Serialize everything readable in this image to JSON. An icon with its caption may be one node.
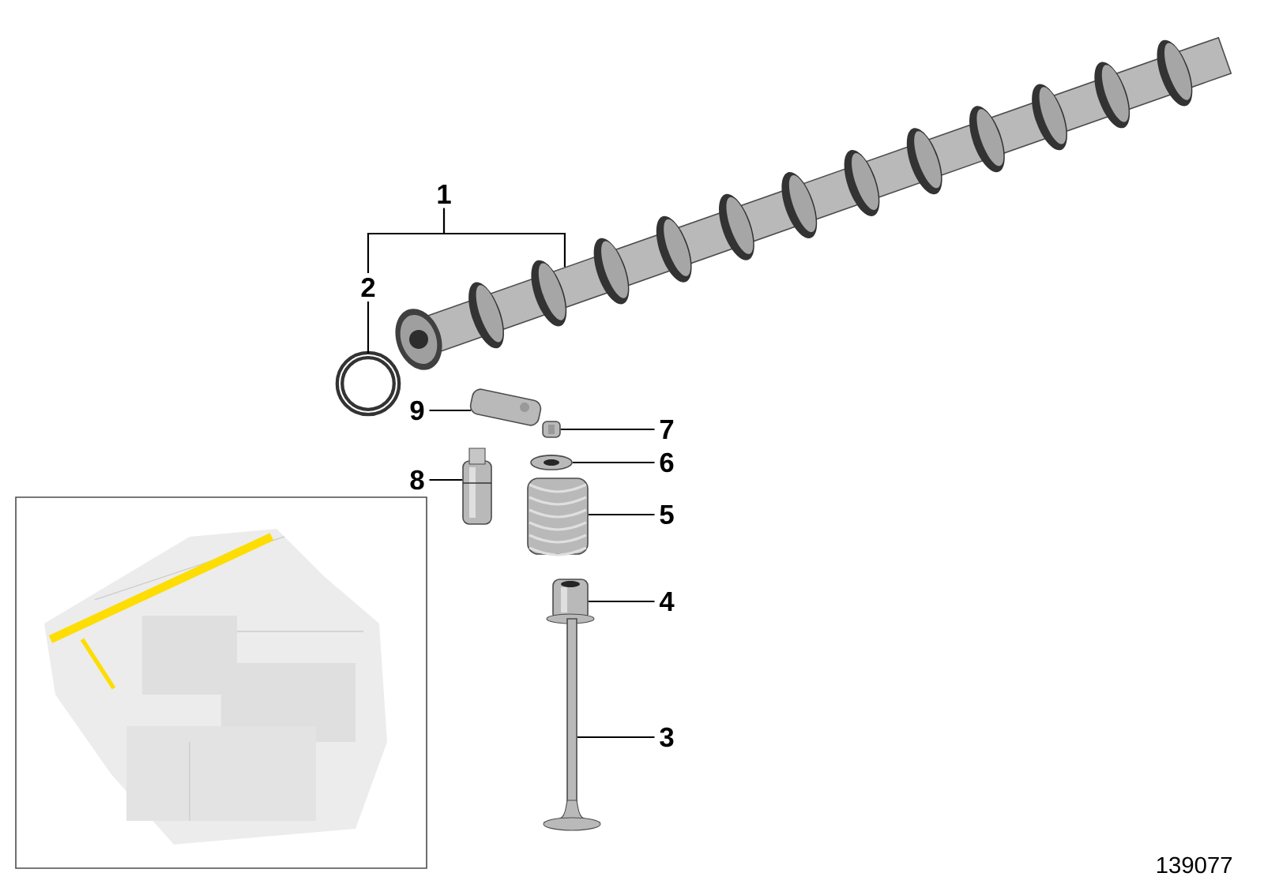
{
  "diagram": {
    "nodes": [
      {
        "text": [
          "1"
        ]
      },
      {
        "text": [
          "2"
        ]
      },
      {
        "text": [],
        "shape": "picture"
      },
      {
        "text": [],
        "shape": "circle"
      },
      {
        "text": [
          "9"
        ]
      },
      {
        "text": [],
        "shape": "picture"
      },
      {
        "text": [
          "7"
        ]
      },
      {
        "text": [],
        "shape": "picture"
      },
      {
        "text": [
          "6"
        ]
      },
      {
        "text": [],
        "shape": "picture"
      },
      {
        "text": [
          "8"
        ]
      },
      {
        "text": [],
        "shape": "picture"
      },
      {
        "text": [
          "5"
        ]
      },
      {
        "text": [],
        "shape": "picture"
      },
      {
        "text": [
          "4"
        ]
      },
      {
        "text": [],
        "shape": "picture"
      },
      {
        "text": [
          "3"
        ]
      },
      {
        "text": [],
        "shape": "picture"
      }
    ],
    "edges": [
      {
        "from": 0,
        "to": 2,
        "arrow": "none"
      },
      {
        "from": 0,
        "to": 1,
        "arrow": "none"
      },
      {
        "from": 1,
        "to": 3,
        "arrow": "none"
      },
      {
        "from": 4,
        "to": 5,
        "arrow": "none"
      },
      {
        "from": 6,
        "to": 7,
        "arrow": "none"
      },
      {
        "from": 8,
        "to": 9,
        "arrow": "none"
      },
      {
        "from": 10,
        "to": 11,
        "arrow": "none"
      },
      {
        "from": 12,
        "to": 13,
        "arrow": "none"
      },
      {
        "from": 14,
        "to": 15,
        "arrow": "none"
      },
      {
        "from": 16,
        "to": 17,
        "arrow": "none"
      }
    ],
    "labels": [
      "139077"
    ]
  }
}
